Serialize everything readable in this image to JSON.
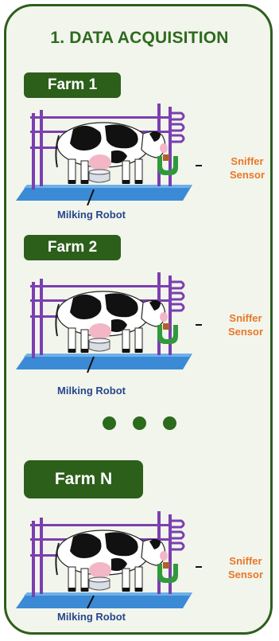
{
  "title": "1. DATA ACQUISITION",
  "farms": [
    {
      "label": "Farm 1",
      "sensor_line1": "Sniffer",
      "sensor_line2": "Sensor",
      "robot": "Milking Robot"
    },
    {
      "label": "Farm 2",
      "sensor_line1": "Sniffer",
      "sensor_line2": "Sensor",
      "robot": "Milking Robot"
    },
    {
      "label": "Farm N",
      "sensor_line1": "Sniffer",
      "sensor_line2": "Sensor",
      "robot": "Milking Robot"
    }
  ],
  "colors": {
    "panel_border": "#2e5e1c",
    "label_bg": "#2c5f1a",
    "sensor_text": "#e8782a",
    "robot_text": "#27468c",
    "stall": "#7b3fb0",
    "floor": "#3b8ad6"
  }
}
